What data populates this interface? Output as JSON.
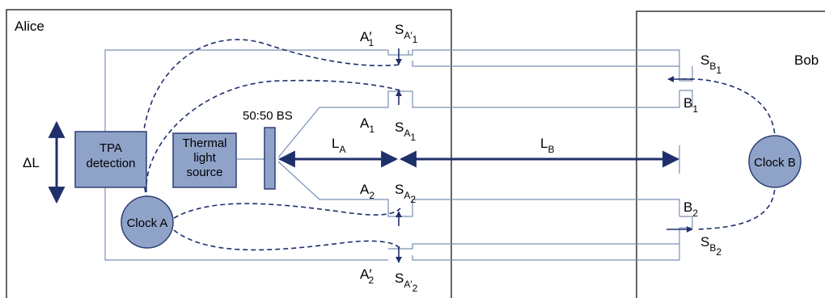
{
  "frames": {
    "alice_title": "Alice",
    "bob_title": "Bob"
  },
  "components": {
    "tpa": [
      "TPA",
      "detection"
    ],
    "thermal": [
      "Thermal",
      "light",
      "source"
    ],
    "clock_a": "Clock A",
    "clock_b": "Clock B",
    "bs": "50:50 BS"
  },
  "labels": {
    "delta_l": "ΔL",
    "A1p": {
      "base": "A",
      "sub": "1",
      "prime": "′"
    },
    "SA1p": {
      "base": "S",
      "sub": "A′",
      "subsub": "1"
    },
    "A1": {
      "base": "A",
      "sub": "1"
    },
    "SA1": {
      "base": "S",
      "sub": "A",
      "subsub": "1"
    },
    "A2": {
      "base": "A",
      "sub": "2"
    },
    "SA2": {
      "base": "S",
      "sub": "A",
      "subsub": "2"
    },
    "A2p": {
      "base": "A",
      "sub": "2",
      "prime": "′"
    },
    "SA2p": {
      "base": "S",
      "sub": "A′",
      "subsub": "2"
    },
    "LA": {
      "base": "L",
      "sub": "A"
    },
    "LB": {
      "base": "L",
      "sub": "B"
    },
    "SB1": {
      "base": "S",
      "sub": "B",
      "subsub": "1"
    },
    "B1": {
      "base": "B",
      "sub": "1"
    },
    "B2": {
      "base": "B",
      "sub": "2"
    },
    "SB2": {
      "base": "S",
      "sub": "B",
      "subsub": "2"
    }
  },
  "colors": {
    "line": "#7a8fb5",
    "arrow": "#1f2f6b",
    "box_fill": "#8fa3c9",
    "box_stroke": "#2e3f73",
    "dash": "#1f2f6b"
  }
}
